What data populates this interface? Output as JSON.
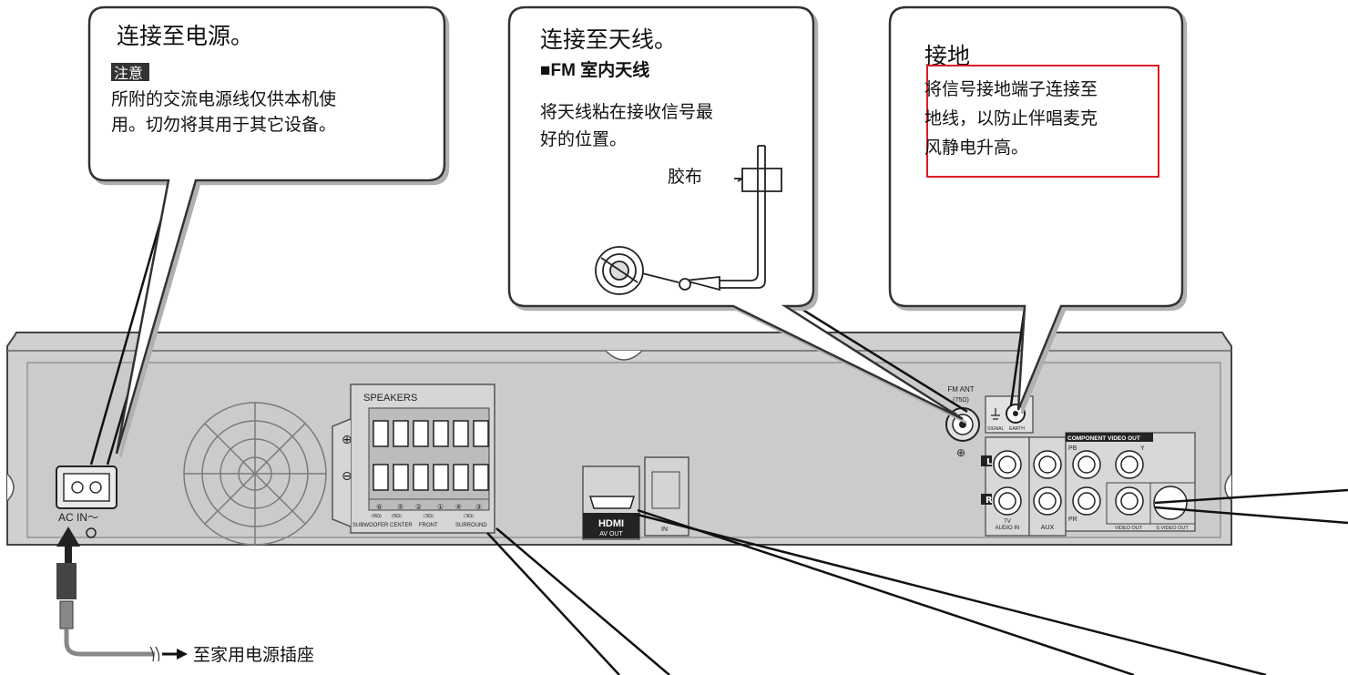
{
  "callouts": {
    "power": {
      "title": "连接至电源。",
      "caution_label": "注意",
      "caution_text_line1": "所附的交流电源线仅供本机使",
      "caution_text_line2": "用。切勿将其用于其它设备。"
    },
    "antenna": {
      "title": "连接至天线。",
      "subtitle": "■FM 室内天线",
      "text_line1": "将天线粘在接收信号最",
      "text_line2": "好的位置。",
      "tape_label": "胶布"
    },
    "ground": {
      "title": "接地",
      "text_line1": "将信号接地端子连接至",
      "text_line2": "地线，以防止伴唱麦克",
      "text_line3": "风静电升高。"
    }
  },
  "panel": {
    "ac_in_label": "AC  IN～",
    "speakers_label": "SPEAKERS",
    "speaker_numbers": [
      "⑥",
      "⑤",
      "②",
      "①",
      "④",
      "③"
    ],
    "speaker_impedance": [
      "(6Ω)",
      "(6Ω)",
      "(3Ω)",
      "",
      "(3Ω)",
      ""
    ],
    "subwoofer_label": "SUBWOOFER",
    "center_label": "CENTER",
    "front_label": "FRONT",
    "surround_label": "SURROUND",
    "plus_symbol": "⊕",
    "minus_symbol": "⊖",
    "hdmi_logo": "HDMI",
    "av_out_label": "AV OUT",
    "in_label": "IN",
    "fm_ant_label": "FM ANT",
    "fm_ohm_label": "(75Ω)",
    "signal_label": "SIGNAL",
    "earth_label": "EARTH",
    "component_video_out_label": "COMPONENT VIDEO OUT",
    "pb_label": "PB",
    "pr_label": "PR",
    "y_label": "Y",
    "l_label": "L",
    "r_label": "R",
    "tv_label": "TV",
    "audio_in_label": "AUDIO IN",
    "aux_label": "AUX",
    "video_out_label": "VIDEO OUT",
    "s_video_out_label": "S VIDEO OUT"
  },
  "outlet": {
    "label": "至家用电源插座"
  },
  "colors": {
    "panel_fill": "#cfcfcf",
    "panel_stroke": "#444444",
    "callout_border": "#333333",
    "highlight": "#e01b24",
    "caution_bg": "#333333"
  }
}
